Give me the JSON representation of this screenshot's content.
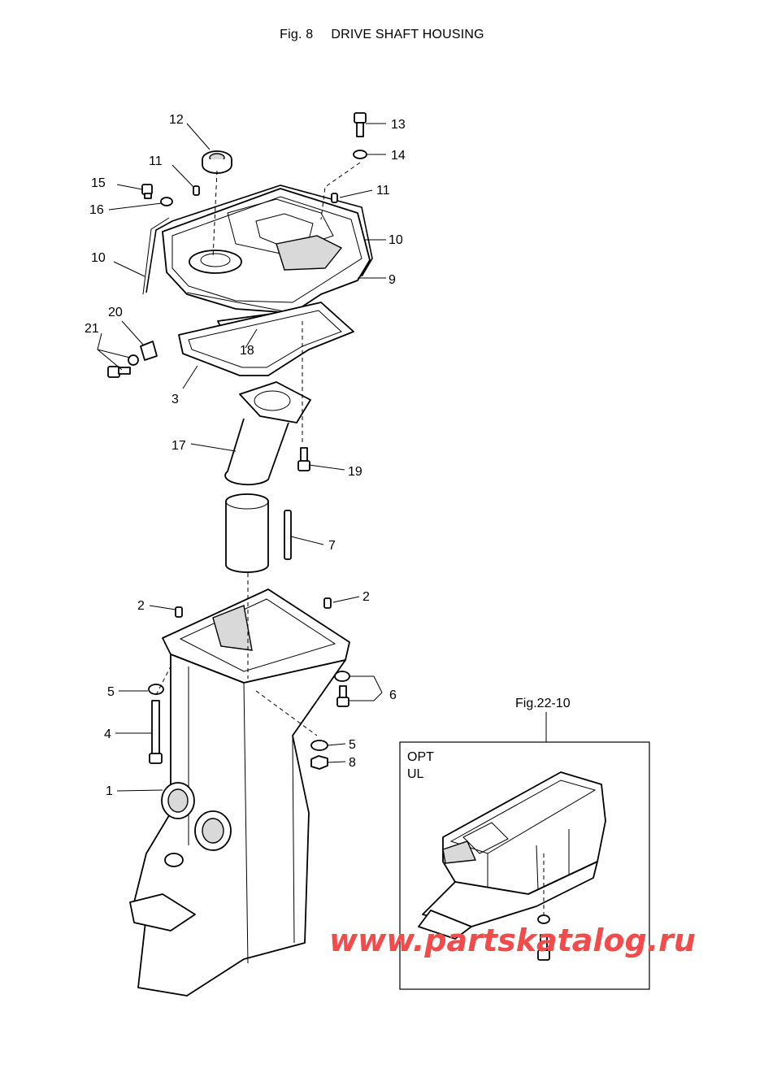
{
  "title": {
    "fig": "Fig. 8",
    "name": "DRIVE SHAFT HOUSING"
  },
  "callouts": [
    {
      "id": "c12",
      "text": "12"
    },
    {
      "id": "c13",
      "text": "13"
    },
    {
      "id": "c14",
      "text": "14"
    },
    {
      "id": "c11a",
      "text": "11"
    },
    {
      "id": "c11b",
      "text": "11"
    },
    {
      "id": "c15",
      "text": "15"
    },
    {
      "id": "c16",
      "text": "16"
    },
    {
      "id": "c10a",
      "text": "10"
    },
    {
      "id": "c10b",
      "text": "10"
    },
    {
      "id": "c9",
      "text": "9"
    },
    {
      "id": "c20",
      "text": "20"
    },
    {
      "id": "c21",
      "text": "21"
    },
    {
      "id": "c18",
      "text": "18"
    },
    {
      "id": "c3",
      "text": "3"
    },
    {
      "id": "c17",
      "text": "17"
    },
    {
      "id": "c19",
      "text": "19"
    },
    {
      "id": "c7",
      "text": "7"
    },
    {
      "id": "c2a",
      "text": "2"
    },
    {
      "id": "c2b",
      "text": "2"
    },
    {
      "id": "c5a",
      "text": "5"
    },
    {
      "id": "c6",
      "text": "6"
    },
    {
      "id": "c4",
      "text": "4"
    },
    {
      "id": "c5b",
      "text": "5"
    },
    {
      "id": "c8",
      "text": "8"
    },
    {
      "id": "c1",
      "text": "1"
    }
  ],
  "inset": {
    "ref": "Fig.22-10",
    "line1": "OPT",
    "line2": "UL"
  },
  "watermark": "www.partskatalog.ru"
}
